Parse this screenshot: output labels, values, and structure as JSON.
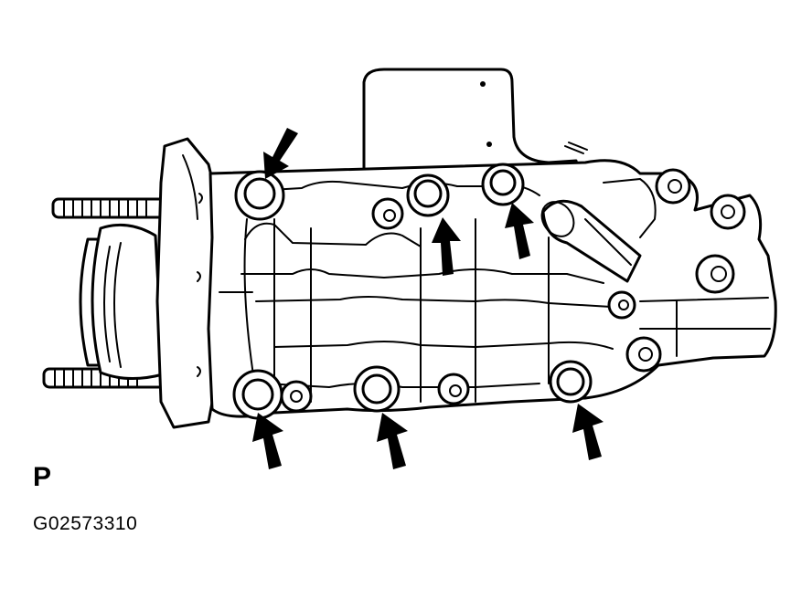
{
  "view_label": "P",
  "figure_id": "G02573310",
  "colors": {
    "line": "#000000",
    "background": "#ffffff"
  },
  "callouts": {
    "arrow_count": 6,
    "bolt_count": 6
  }
}
